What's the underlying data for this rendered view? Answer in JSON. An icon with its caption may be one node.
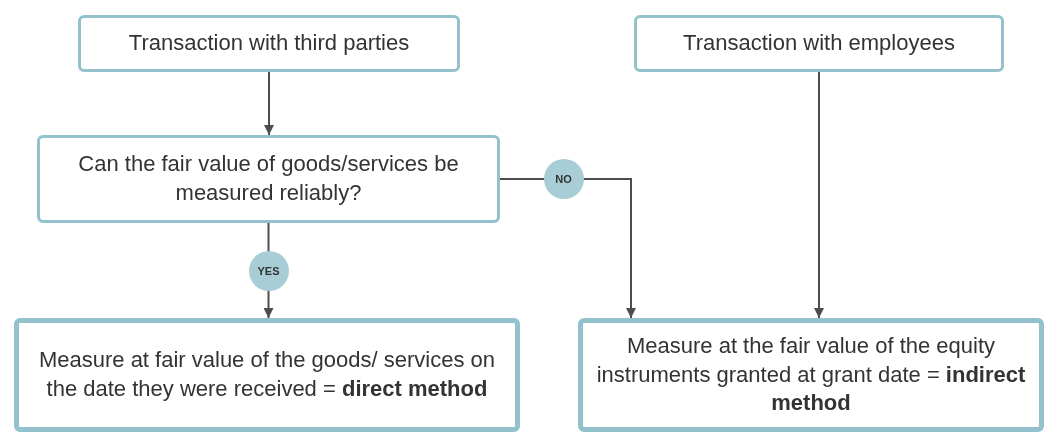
{
  "diagram": {
    "nodes": [
      {
        "text": [
          "Transaction with third parties"
        ]
      },
      {
        "text": [
          "Transaction with employees"
        ]
      },
      {
        "text": [
          "Can the fair value of goods/services be measured reliably?"
        ]
      },
      {
        "text": [
          "Measure at fair value of the goods/ services on the date they were received = **direct method**"
        ]
      },
      {
        "text": [
          "Measure at the fair value of the equity instruments granted at grant date = **indirect method**"
        ]
      }
    ],
    "edges": [
      {
        "from": 0,
        "to": 2,
        "arrow": "to"
      },
      {
        "from": 2,
        "to": 3,
        "arrow": "to",
        "label": "YES"
      },
      {
        "from": 2,
        "to": 4,
        "arrow": "to",
        "label": "NO"
      },
      {
        "from": 1,
        "to": 4,
        "arrow": "to"
      }
    ]
  }
}
